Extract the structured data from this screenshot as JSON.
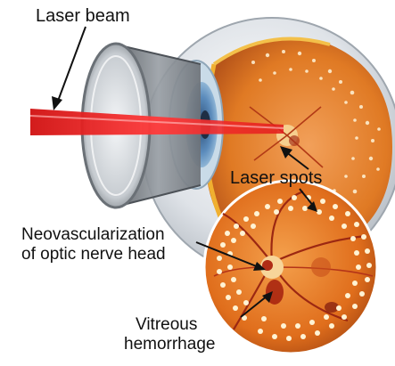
{
  "labels": {
    "laser_beam": "Laser beam",
    "laser_spots": "Laser spots",
    "neovascularization_line1": "Neovascularization",
    "neovascularization_line2": "of optic nerve head",
    "vitreous_line1": "Vitreous",
    "vitreous_line2": "hemorrhage"
  },
  "colors": {
    "laser": "#e01818",
    "retina": "#e0701a",
    "sclera": "#d8dde3",
    "lens_gray": "#8a8f95",
    "iris_blue": "#4f7fae",
    "spots": "#fff4d8"
  }
}
